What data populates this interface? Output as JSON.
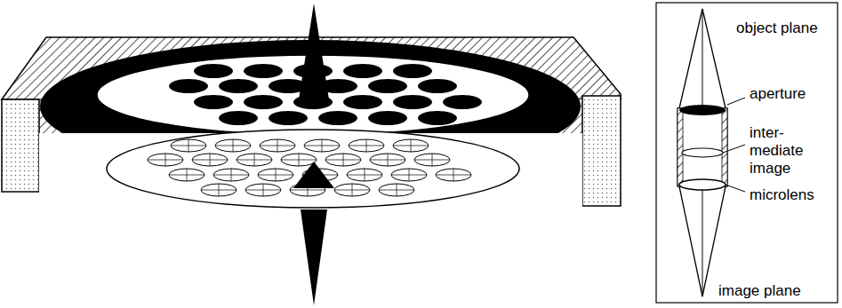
{
  "diagram": {
    "labels": [
      "object plane",
      "aperture",
      "inter- mediate image",
      "microlens",
      "image plane"
    ]
  }
}
